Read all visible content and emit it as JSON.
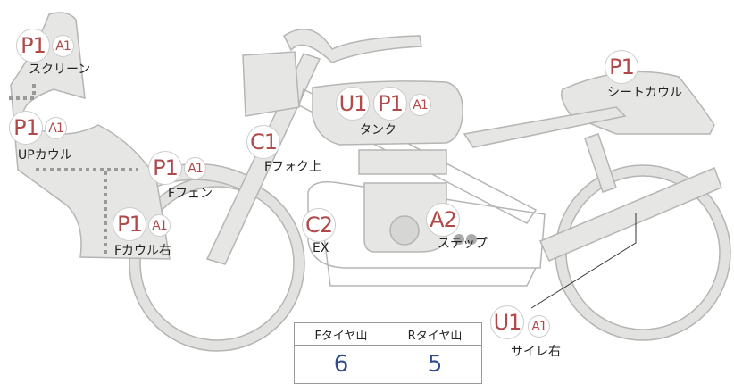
{
  "colors": {
    "body_fill": "#e6e6e4",
    "body_stroke": "#b5b5b3",
    "badge_text": "#b04a4a",
    "value_text": "#2d4a8a"
  },
  "parts": [
    {
      "id": "screen",
      "codes": [
        "P1",
        "A1"
      ],
      "label": "スクリーン"
    },
    {
      "id": "upcowl",
      "codes": [
        "P1",
        "A1"
      ],
      "label": "UPカウル"
    },
    {
      "id": "ffender",
      "codes": [
        "P1",
        "A1"
      ],
      "label": "Fフェン"
    },
    {
      "id": "fcowlr",
      "codes": [
        "P1",
        "A1"
      ],
      "label": "Fカウル右"
    },
    {
      "id": "ffork",
      "codes": [
        "C1"
      ],
      "label": "Fフォク上"
    },
    {
      "id": "ex",
      "codes": [
        "C2"
      ],
      "label": "EX"
    },
    {
      "id": "tank",
      "codes": [
        "U1",
        "P1",
        "A1"
      ],
      "label": "タンク"
    },
    {
      "id": "step",
      "codes": [
        "A2"
      ],
      "label": "ステップ"
    },
    {
      "id": "seatcowl",
      "codes": [
        "P1"
      ],
      "label": "シートカウル"
    },
    {
      "id": "silencer",
      "codes": [
        "U1",
        "A1"
      ],
      "label": "サイレ右"
    }
  ],
  "tread": {
    "front_label": "Fタイヤ山",
    "rear_label": "Rタイヤ山",
    "front_value": "6",
    "rear_value": "5"
  }
}
